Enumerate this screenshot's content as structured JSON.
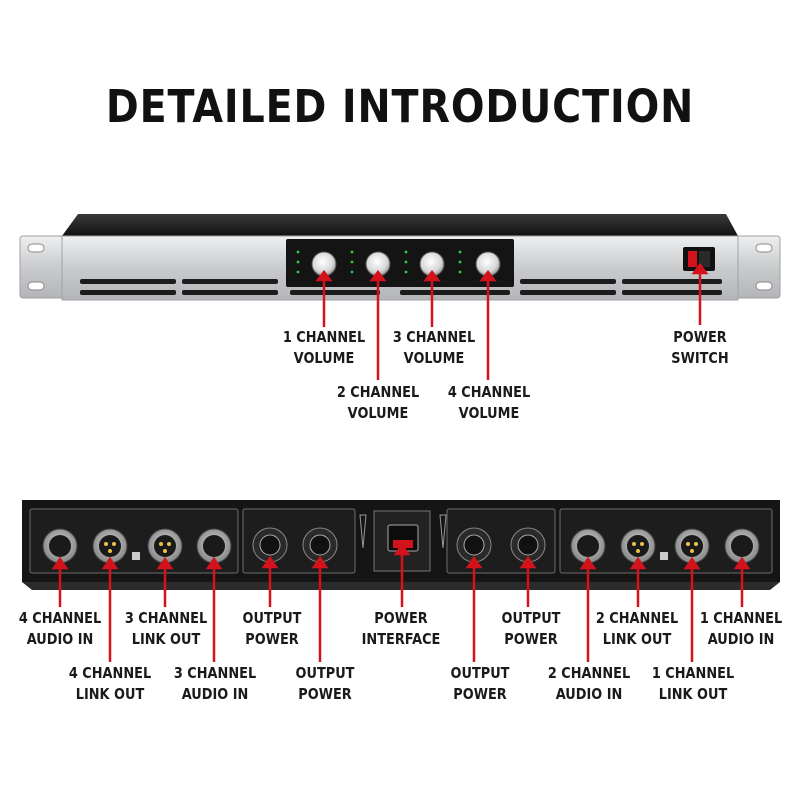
{
  "title": "DETAILED INTRODUCTION",
  "colors": {
    "pointer": "#d4121c",
    "panel": "#1a1a1a",
    "chassis": "#cfd1d3"
  },
  "front_panel": {
    "labels": [
      {
        "id": "ch1-volume",
        "line1": "1 CHANNEL",
        "line2": "VOLUME"
      },
      {
        "id": "ch2-volume",
        "line1": "2 CHANNEL",
        "line2": "VOLUME"
      },
      {
        "id": "ch3-volume",
        "line1": "3 CHANNEL",
        "line2": "VOLUME"
      },
      {
        "id": "ch4-volume",
        "line1": "4 CHANNEL",
        "line2": "VOLUME"
      },
      {
        "id": "power-switch",
        "line1": "POWER",
        "line2": "SWITCH"
      }
    ]
  },
  "rear_panel": {
    "labels": [
      {
        "id": "ch4-audio-in",
        "line1": "4 CHANNEL",
        "line2": "AUDIO IN"
      },
      {
        "id": "ch4-link-out",
        "line1": "4 CHANNEL",
        "line2": "LINK OUT"
      },
      {
        "id": "ch3-link-out",
        "line1": "3 CHANNEL",
        "line2": "LINK OUT"
      },
      {
        "id": "ch3-audio-in",
        "line1": "3 CHANNEL",
        "line2": "AUDIO IN"
      },
      {
        "id": "output-power-1",
        "line1": "OUTPUT",
        "line2": "POWER"
      },
      {
        "id": "output-power-2",
        "line1": "OUTPUT",
        "line2": "POWER"
      },
      {
        "id": "power-interface",
        "line1": "POWER",
        "line2": "INTERFACE"
      },
      {
        "id": "output-power-3",
        "line1": "OUTPUT",
        "line2": "POWER"
      },
      {
        "id": "output-power-4",
        "line1": "OUTPUT",
        "line2": "POWER"
      },
      {
        "id": "ch2-link-out",
        "line1": "2 CHANNEL",
        "line2": "LINK OUT"
      },
      {
        "id": "ch2-audio-in",
        "line1": "2 CHANNEL",
        "line2": "AUDIO IN"
      },
      {
        "id": "ch1-link-out",
        "line1": "1 CHANNEL",
        "line2": "LINK OUT"
      },
      {
        "id": "ch1-audio-in",
        "line1": "1 CHANNEL",
        "line2": "AUDIO IN"
      }
    ]
  }
}
